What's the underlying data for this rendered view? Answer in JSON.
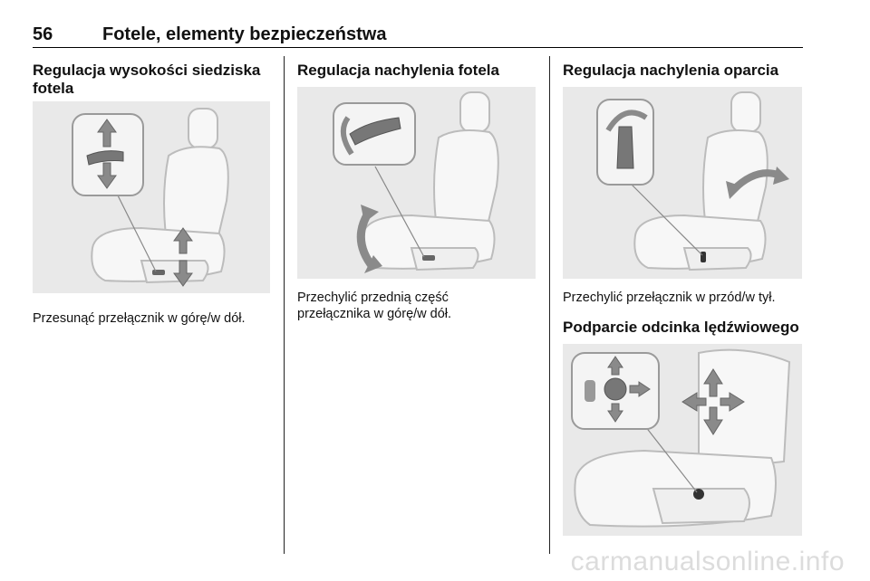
{
  "header": {
    "page_number": "56",
    "title": "Fotele, elementy bezpieczeństwa"
  },
  "columns": [
    {
      "heading": "Regulacja wysokości siedziska fotela",
      "text": "Przesunąć przełącznik w górę/w dół."
    },
    {
      "heading": "Regulacja nachylenia fotela",
      "text_line1": "Przechylić przednią część",
      "text_line2": "przełącznika w górę/w dół."
    },
    {
      "heading": "Regulacja nachylenia oparcia",
      "text": "Przechylić przełącznik w przód/w tył.",
      "heading2": "Podparcie odcinka lędźwiowego"
    }
  ],
  "watermark": "carmanualsonline.info",
  "colors": {
    "figure_bg": "#e9e9e9",
    "seat": "#f7f7f7",
    "seat_stroke": "#bcbcbc",
    "arrow": "#8a8a8a"
  }
}
